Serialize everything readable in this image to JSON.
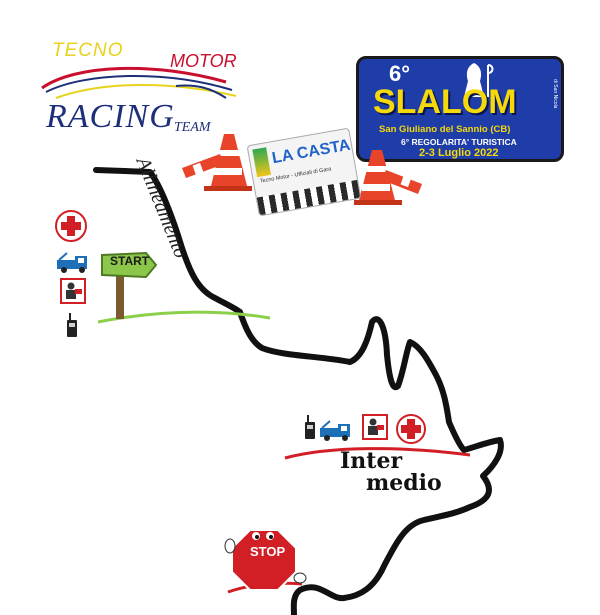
{
  "logo": {
    "word_tecno": "TECNO",
    "word_motor": "MOTOR",
    "word_racing": "RACING",
    "word_team": "TEAM"
  },
  "event_badge": {
    "edition": "6°",
    "event": "SLALOM",
    "location": "San Giuliano del Sannio (CB)",
    "subtitle": "6° REGOLARITA' TURISTICA",
    "dates": "2-3 Luglio 2022",
    "vertical_text": "di San Nicola"
  },
  "sponsor": {
    "name": "LA CASTA",
    "tagline": "Tecno Motor - Ufficiali di Gara"
  },
  "labels": {
    "allineamento": "Allineamento",
    "start": "START",
    "inter": "Inter",
    "medio": "medio",
    "stop": "STOP"
  },
  "icons": {
    "start_group": [
      "red-cross-icon",
      "tow-truck-icon",
      "marshal-icon",
      "radio-icon"
    ],
    "intermediate_group": [
      "radio-icon",
      "tow-truck-icon",
      "marshal-icon",
      "red-cross-icon"
    ]
  },
  "colors": {
    "badge_blue": "#1f3da8",
    "badge_yellow": "#f5d90a",
    "route_black": "#111111",
    "cross_red": "#d21f26",
    "tow_blue": "#1d6fb8",
    "start_green": "#7ec43e"
  }
}
